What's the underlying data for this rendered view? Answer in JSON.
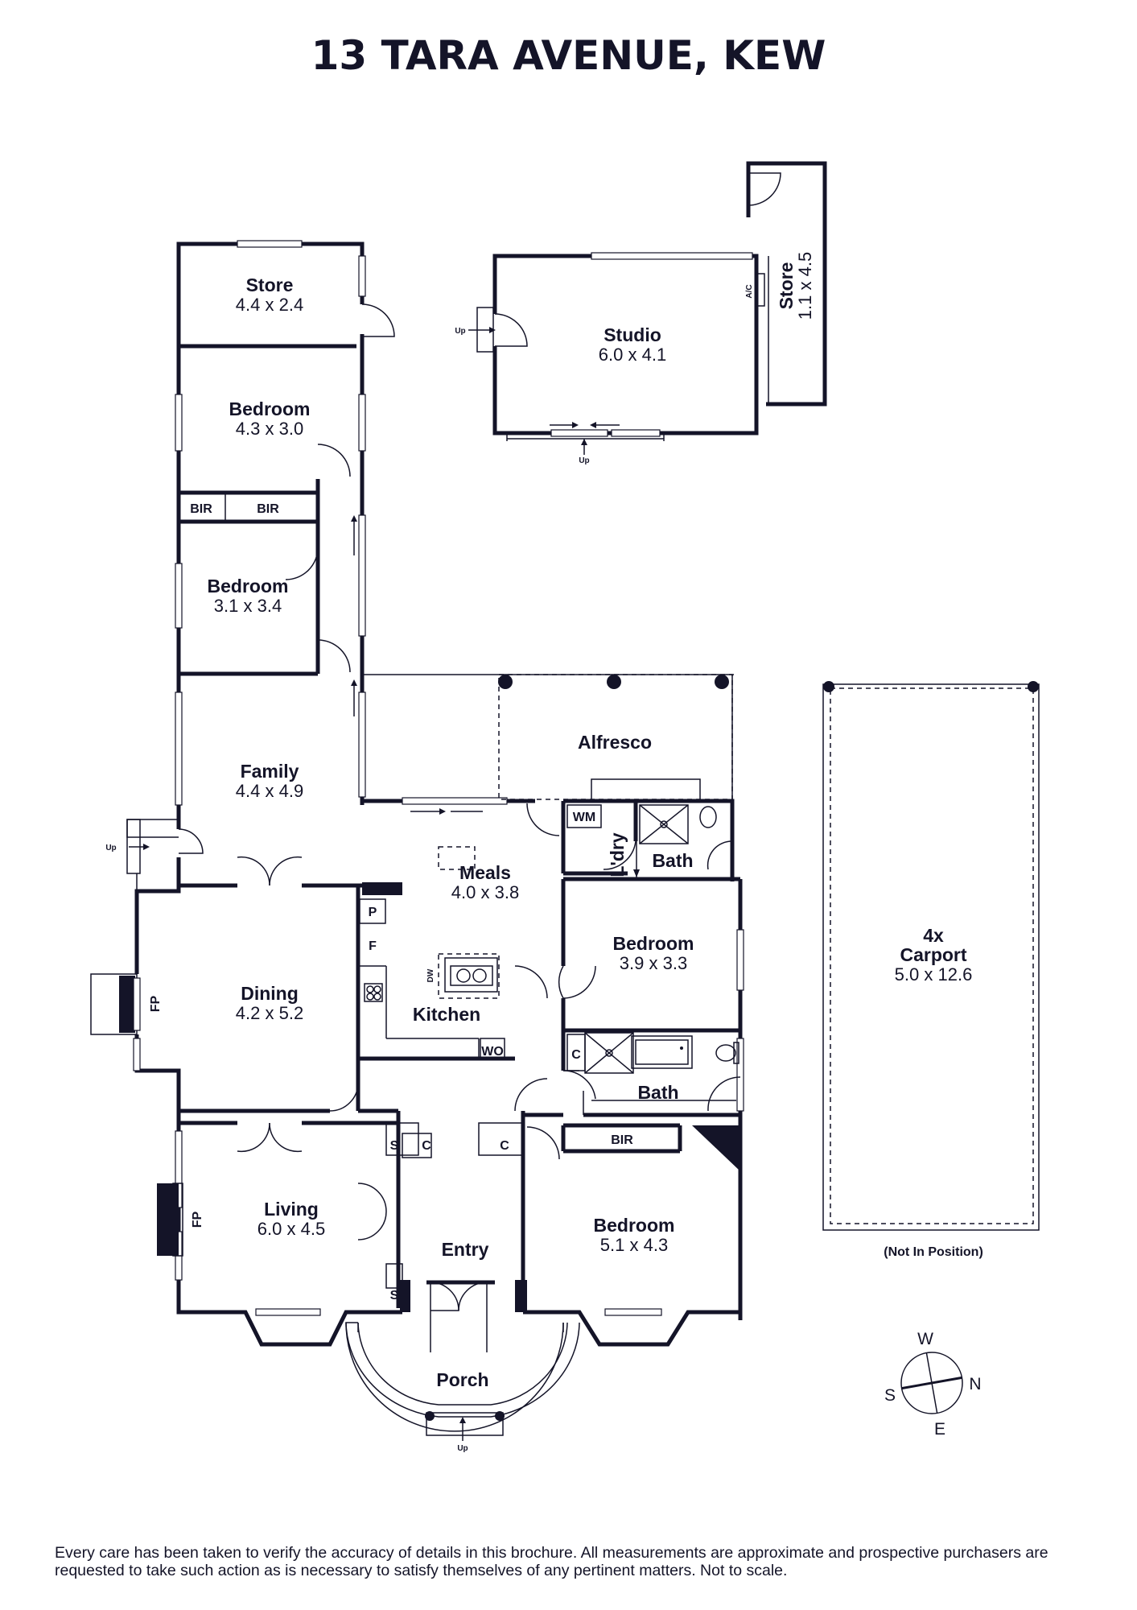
{
  "title": "13 TARA AVENUE, KEW",
  "rooms": {
    "store_top": {
      "name": "Store",
      "dims": "4.4 x 2.4"
    },
    "bedroom_a": {
      "name": "Bedroom",
      "dims": "4.3 x 3.0"
    },
    "bir_1": "BIR",
    "bir_2": "BIR",
    "bedroom_b": {
      "name": "Bedroom",
      "dims": "3.1 x 3.4"
    },
    "family": {
      "name": "Family",
      "dims": "4.4 x 4.9"
    },
    "studio": {
      "name": "Studio",
      "dims": "6.0 x 4.1"
    },
    "store_side": {
      "name": "Store",
      "dims": "1.1 x 4.5"
    },
    "ac": "A/C",
    "alfresco": {
      "name": "Alfresco"
    },
    "meals": {
      "name": "Meals",
      "dims": "4.0 x 3.8"
    },
    "wm": "WM",
    "laundry": "L'dry",
    "bath_1": "Bath",
    "bedroom_c": {
      "name": "Bedroom",
      "dims": "3.9 x 3.3"
    },
    "dining": {
      "name": "Dining",
      "dims": "4.2 x 5.2"
    },
    "fp_dining": "FP",
    "kitchen": {
      "name": "Kitchen"
    },
    "p": "P",
    "f": "F",
    "dw": "DW",
    "wo": "WO",
    "c_bath": "C",
    "bath_2": "Bath",
    "bir_3": "BIR",
    "living": {
      "name": "Living",
      "dims": "6.0 x 4.5"
    },
    "fp_living": "FP",
    "s_1": "S",
    "c_1": "C",
    "c_2": "C",
    "s_2": "S",
    "entry": {
      "name": "Entry"
    },
    "bedroom_d": {
      "name": "Bedroom",
      "dims": "5.1 x 4.3"
    },
    "porch": {
      "name": "Porch"
    },
    "carport": {
      "name": "4x",
      "name2": "Carport",
      "dims": "5.0 x 12.6",
      "note": "(Not In Position)"
    }
  },
  "markers": {
    "up_studio_left": "Up",
    "up_studio_bottom": "Up",
    "up_family": "Up",
    "up_porch": "Up"
  },
  "compass": {
    "w": "W",
    "n": "N",
    "s": "S",
    "e": "E"
  },
  "disclaimer": "Every care has been taken to verify the accuracy of details in this brochure. All measurements are approximate and prospective purchasers are requested to take such action as is necessary to satisfy themselves of any pertinent matters. Not to scale."
}
